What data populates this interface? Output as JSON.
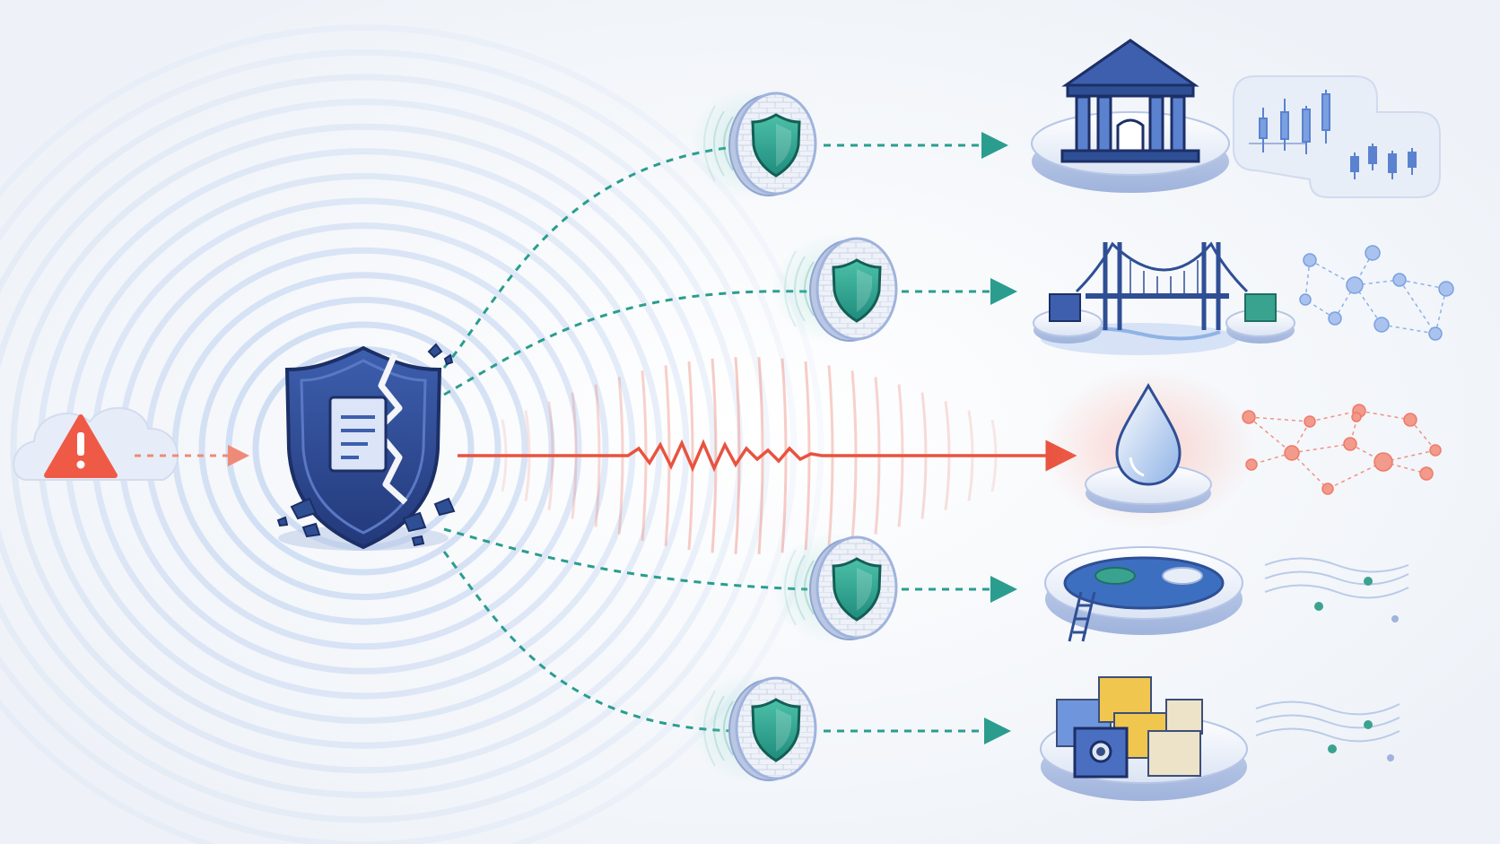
{
  "diagram": {
    "type": "incident-propagation",
    "source": {
      "icon": "warning-icon",
      "container": "cloud-icon"
    },
    "hub": {
      "icon": "cracked-shield-document-icon",
      "state": "compromised"
    },
    "protected_channels": [
      {
        "shield": "firewall-shield-icon",
        "target_icon": "bank-icon",
        "side_icon": "candlestick-chart-icon"
      },
      {
        "shield": "firewall-shield-icon",
        "target_icon": "bridge-icon",
        "side_icon": "network-graph-icon"
      },
      {
        "shield": "firewall-shield-icon",
        "target_icon": "pool-icon",
        "side_icon": "flow-waves-icon"
      },
      {
        "shield": "firewall-shield-icon",
        "target_icon": "vault-blocks-icon",
        "side_icon": "flow-waves-icon"
      }
    ],
    "exposed_channel": {
      "target_icon": "liquidity-drop-icon",
      "side_icon": "network-graph-icon",
      "state": "affected"
    },
    "colors": {
      "background": "#f3f5f9",
      "primary": "#2f4f95",
      "secure": "#2a9d8f",
      "alert": "#e8533f",
      "ripple": "#6f9be0",
      "pale": "#dde6f5"
    }
  }
}
